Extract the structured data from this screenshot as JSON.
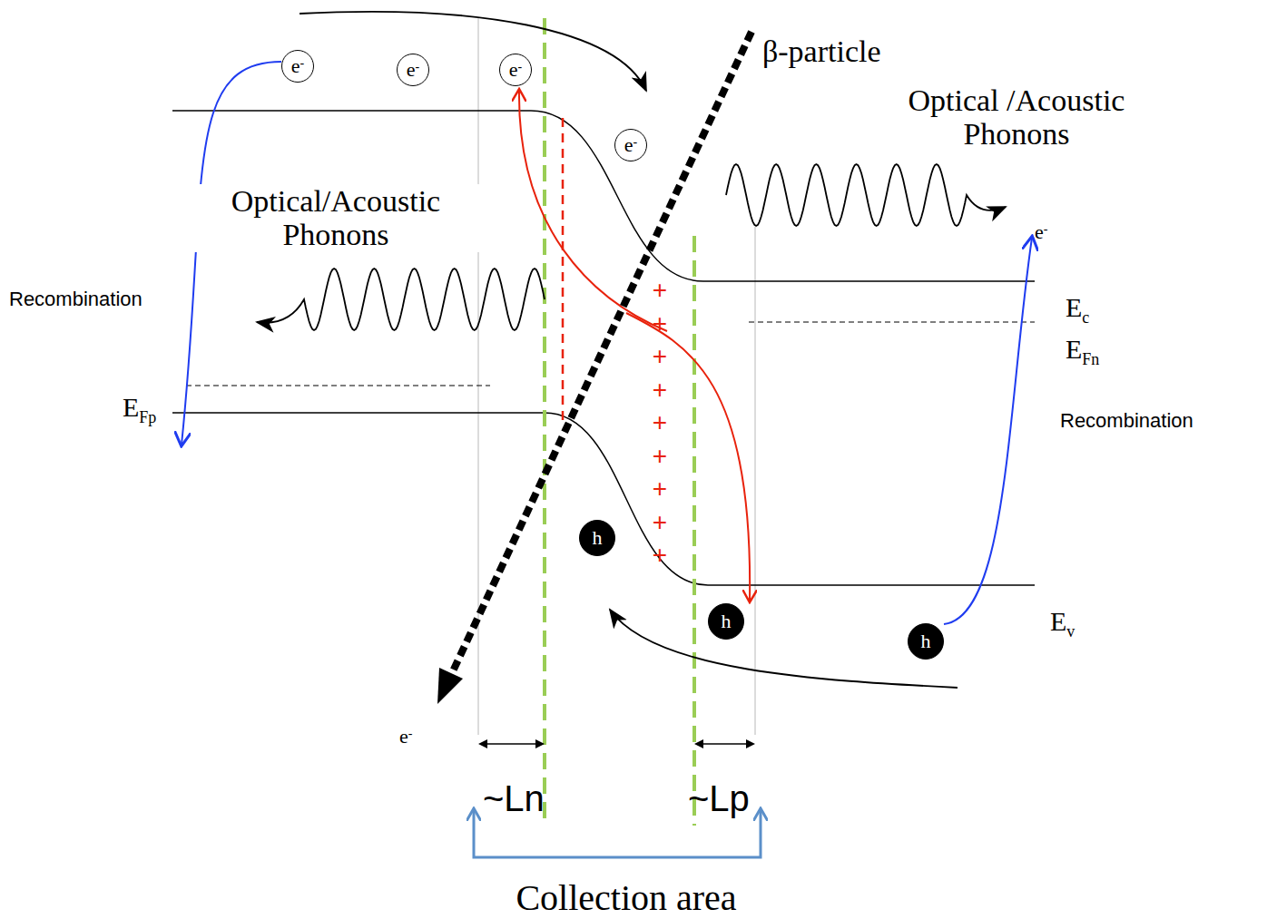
{
  "diagram": {
    "nodes": [
      {
        "text": [
          "e-"
        ]
      },
      {
        "text": [
          "e-"
        ]
      },
      {
        "text": [
          "e-"
        ]
      },
      {
        "text": [
          "e-"
        ]
      },
      {
        "text": [
          "h"
        ]
      },
      {
        "text": [
          "h"
        ]
      },
      {
        "text": [
          "h"
        ]
      }
    ],
    "labels": [
      "β-particle",
      "Optical /Acoustic Phonons",
      "Optical/Acoustic Phonons",
      "Recombination",
      "Ec",
      "EFn",
      "EFp",
      "Recombination",
      "Ev",
      "e-",
      "+",
      "+",
      "+",
      "+",
      "+",
      "+",
      "+",
      "+",
      "+",
      "e-",
      "~Ln",
      "~Lp",
      "Collection area"
    ]
  }
}
